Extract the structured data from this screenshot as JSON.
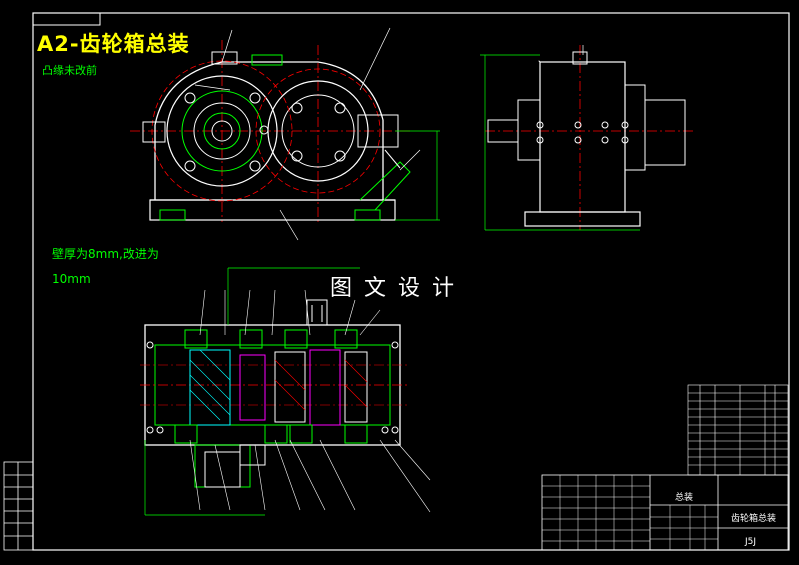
{
  "drawing": {
    "title": "A2-齿轮箱总装",
    "notes": {
      "flange_note": "凸缘未改前",
      "wall_note_line1": "壁厚为8mm,改进为",
      "wall_note_line2": "10mm"
    },
    "watermark": "图文设计",
    "title_block": {
      "assembly_label": "总装",
      "drawing_name": "齿轮箱总装",
      "drawing_code": "J5J"
    }
  },
  "colors": {
    "background": "#000000",
    "outline": "#ffffff",
    "green": "#00ff00",
    "red": "#ff0000",
    "magenta": "#ff00ff",
    "cyan": "#00ffff",
    "yellow": "#ffff00",
    "blue": "#0000ff"
  }
}
